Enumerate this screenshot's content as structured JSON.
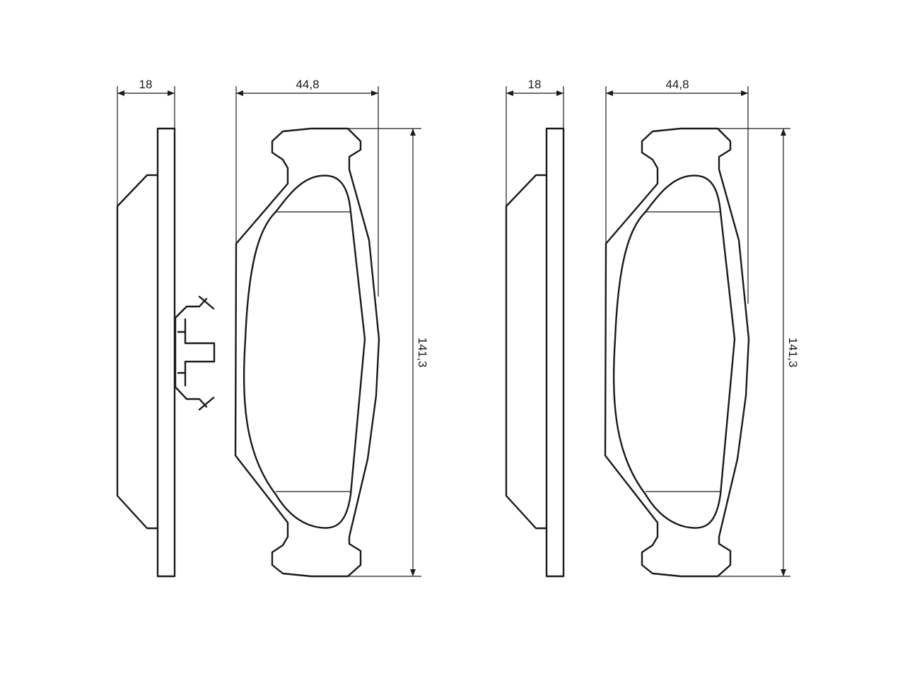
{
  "drawing": {
    "left_pad": {
      "thickness": "18",
      "width": "44,8",
      "height": "141,3",
      "has_clip": true
    },
    "right_pad": {
      "thickness": "18",
      "width": "44,8",
      "height": "141,3",
      "has_clip": false
    },
    "colors": {
      "line": "#1a1a1a",
      "background": "#ffffff"
    }
  }
}
